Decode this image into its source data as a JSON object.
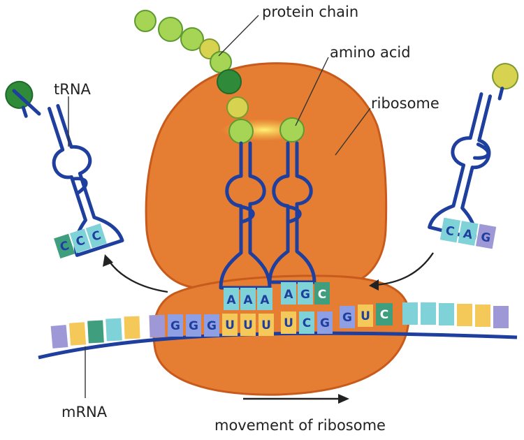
{
  "labels": {
    "protein_chain": "protein chain",
    "amino_acid": "amino acid",
    "ribosome": "ribosome",
    "trna": "tRNA",
    "mrna": "mRNA",
    "movement": "movement of ribosome"
  },
  "mrna_codons": {
    "codon_1": [
      "G",
      "G",
      "G"
    ],
    "codon_2": [
      "U",
      "U",
      "U"
    ],
    "codon_3": [
      "U",
      "C",
      "G"
    ],
    "codon_4": [
      "G",
      "U",
      "C"
    ]
  },
  "anticodons": {
    "left_trna": [
      "C",
      "C",
      "C"
    ],
    "p_site_trna": [
      "A",
      "A",
      "A"
    ],
    "a_site_trna": [
      "A",
      "G",
      "C"
    ],
    "right_trna": [
      "C",
      "A",
      "G"
    ]
  },
  "colors": {
    "ribosome": "#e57d33",
    "ribosome_outline": "#c85a1c",
    "trna": "#1f3f9e",
    "backbone": "#1f3f9e",
    "amino_light": "#a6d454",
    "amino_yellow": "#d7d24f",
    "amino_dark": "#2f8a3a",
    "tile_blue": "#8f9fe3",
    "tile_yellow": "#f5c85a",
    "tile_cyan": "#7fd3d8",
    "tile_teal": "#3e9e7e",
    "tile_lavender": "#9f98d6"
  }
}
